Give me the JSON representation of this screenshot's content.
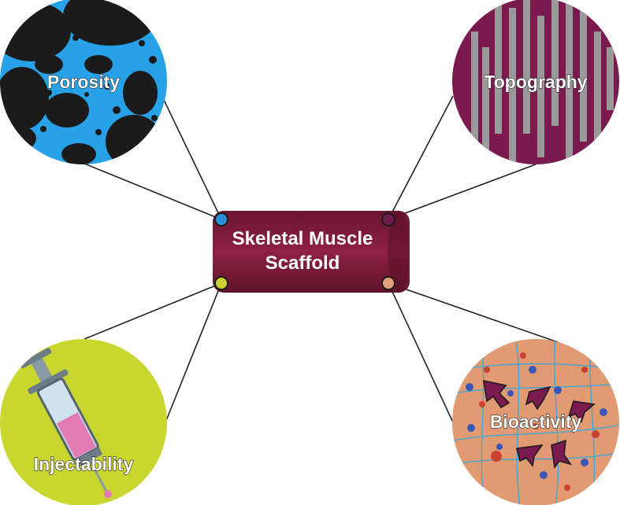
{
  "center": {
    "line1": "Skeletal Muscle",
    "line2": "Scaffold",
    "color": "#7d1b3a"
  },
  "nodes": {
    "porosity": {
      "label": "Porosity",
      "bg": "#27a2e8",
      "dot": "#2a8fd8"
    },
    "topography": {
      "label": "Topography",
      "bg": "#7a1a4f",
      "dot": "#6e1a4a"
    },
    "injectability": {
      "label": "Injectability",
      "bg": "#c9d62e",
      "dot": "#c8d330"
    },
    "bioactivity": {
      "label": "Bioactivity",
      "bg": "#e29a72",
      "dot": "#e2a07c"
    }
  }
}
